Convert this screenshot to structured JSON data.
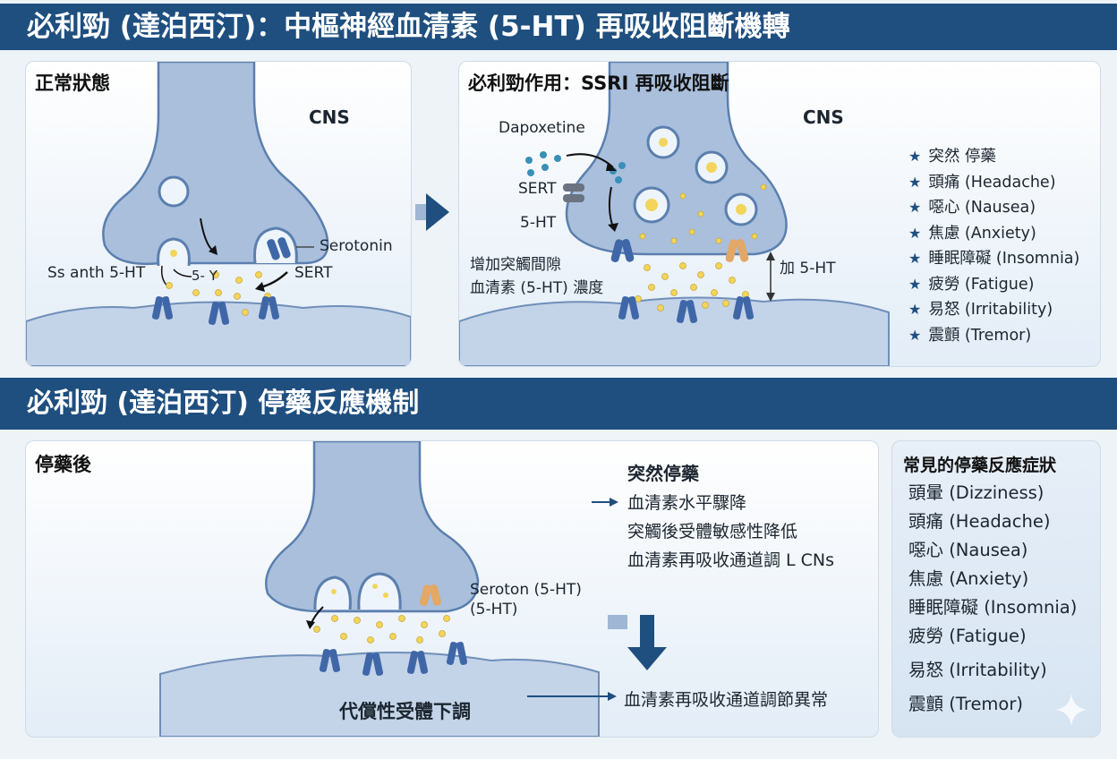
{
  "header": {
    "title": "必利勁 (達泊西汀)：中樞神經血清素 (5-HT) 再吸收阻斷機轉"
  },
  "panel_normal": {
    "title": "正常狀態",
    "cns": "CNS",
    "serotonin": "Serotonin",
    "sert": "SERT",
    "synth": "Ss anth 5-HT",
    "fragment": "5-  Y"
  },
  "panel_ssri": {
    "title": "必利勁作用：SSRI 再吸收阻斷",
    "cns": "CNS",
    "dapoxetine": "Dapoxetine",
    "sert": "SERT",
    "ht": "5-HT",
    "increase_line1": "增加突觸間隙",
    "increase_line2": "血清素 (5-HT) 濃度",
    "add_ht": "加 5-HT",
    "symptoms": [
      "突然 停藥",
      "頭痛 (Headache)",
      "噁心 (Nausea)",
      "焦慮 (Anxiety)",
      "睡眠障礙 (Insomnia)",
      "疲勞 (Fatigue)",
      "易怒 (Irritability)",
      "震顫 (Tremor)"
    ]
  },
  "section2": {
    "title": "必利勁 (達泊西汀) 停藥反應機制"
  },
  "panel_after": {
    "title": "停藥後",
    "sudden": "突然停藥",
    "step1": "血清素水平驟降",
    "step2": "突觸後受體敏感性降低",
    "step3": "血清素再吸收通道調 L CNs",
    "seroton1": "Seroton (5-HT)",
    "seroton2": "(5-HT)",
    "compensate": "代償性受體下調",
    "abnormal": "血清素再吸收通道調節異常"
  },
  "panel_common": {
    "title": "常見的停藥反應症狀",
    "items": [
      "頭暈 (Dizziness)",
      "頭痛 (Headache)",
      "噁心 (Nausea)",
      "焦慮 (Anxiety)",
      "睡眠障礙 (Insomnia)",
      "疲勞 (Fatigue)",
      "易怒 (Irritability)",
      "震顫 (Tremor)"
    ]
  },
  "colors": {
    "banner": "#1f4f7f",
    "neuron": "#a9bfdc",
    "neuron_edge": "#5b7fae",
    "receptor": "#3f67a8",
    "sert_orange": "#e3a766",
    "serotonin_dot": "#f2d55a",
    "arrow": "#1f4f7f"
  }
}
